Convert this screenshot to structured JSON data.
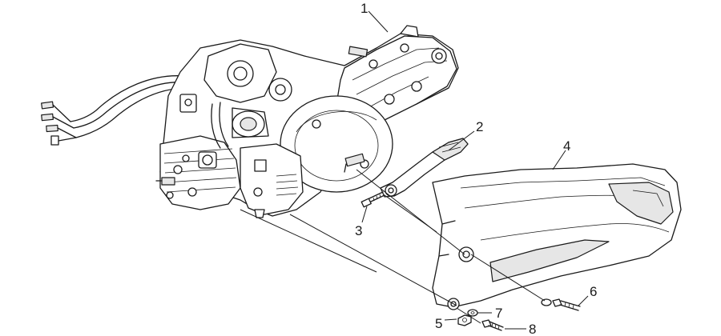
{
  "callouts": [
    {
      "id": "part-1",
      "label": "1"
    },
    {
      "id": "part-2",
      "label": "2"
    },
    {
      "id": "part-3",
      "label": "3"
    },
    {
      "id": "part-4",
      "label": "4"
    },
    {
      "id": "part-5",
      "label": "5"
    },
    {
      "id": "part-6",
      "label": "6"
    },
    {
      "id": "part-7",
      "label": "7"
    },
    {
      "id": "part-8",
      "label": "8"
    }
  ],
  "colors": {
    "line": "#1a1a1a",
    "shade": "#e6e6e6",
    "background": "#ffffff"
  }
}
